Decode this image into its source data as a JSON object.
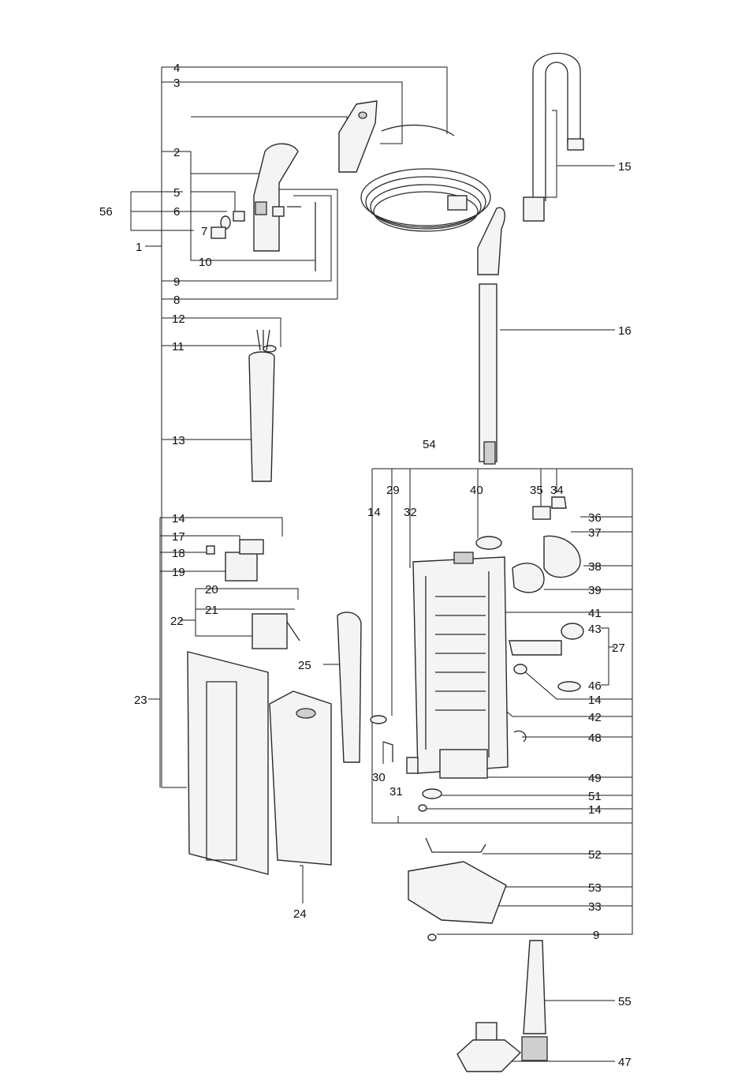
{
  "callouts": {
    "c1": "1",
    "c2": "2",
    "c3": "3",
    "c4": "4",
    "c5": "5",
    "c6": "6",
    "c7": "7",
    "c8": "8",
    "c9a": "9",
    "c9b": "9",
    "c10": "10",
    "c11": "11",
    "c12": "12",
    "c13": "13",
    "c14a": "14",
    "c14b": "14",
    "c14c": "14",
    "c14d": "14",
    "c15": "15",
    "c16": "16",
    "c17": "17",
    "c18": "18",
    "c19": "19",
    "c20": "20",
    "c21": "21",
    "c22": "22",
    "c23": "23",
    "c24": "24",
    "c25": "25",
    "c27": "27",
    "c29": "29",
    "c30": "30",
    "c31": "31",
    "c32": "32",
    "c33": "33",
    "c34": "34",
    "c35": "35",
    "c36": "36",
    "c37": "37",
    "c38": "38",
    "c39": "39",
    "c40": "40",
    "c41": "41",
    "c42": "42",
    "c43": "43",
    "c46": "46",
    "c47": "47",
    "c48": "48",
    "c49": "49",
    "c51": "51",
    "c52": "52",
    "c53": "53",
    "c54": "54",
    "c55": "55",
    "c56": "56"
  },
  "colors": {
    "line": "#1a1a1a",
    "part_fill": "#f4f4f4",
    "shade": "#cfcfcf"
  }
}
